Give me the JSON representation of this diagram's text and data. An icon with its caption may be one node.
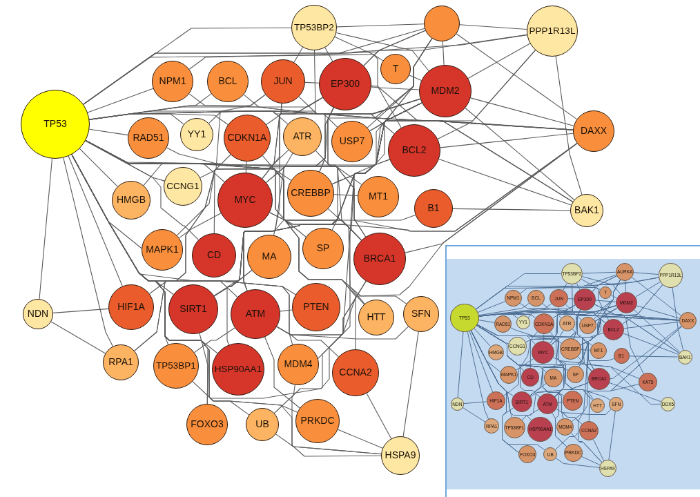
{
  "diagram": {
    "nodes": [
      {
        "text": [],
        "shape": "circle"
      },
      {
        "text": [
          "PPP1R13L"
        ]
      },
      {
        "text": [
          "TP53BP2"
        ]
      },
      {
        "text": [
          "NPM1"
        ]
      },
      {
        "text": [
          "T"
        ]
      },
      {
        "text": [
          "MDM2"
        ]
      },
      {
        "text": [
          "EP300"
        ]
      },
      {
        "text": [
          "BCL"
        ]
      },
      {
        "text": [
          "JUN"
        ]
      },
      {
        "text": [
          "TP53"
        ]
      },
      {
        "text": [
          "DAXX"
        ]
      },
      {
        "text": [
          "RAD51"
        ]
      },
      {
        "text": [
          "YY1"
        ]
      },
      {
        "text": [
          "ATR"
        ]
      },
      {
        "text": [
          "USP7"
        ]
      },
      {
        "text": [
          "CDKN1A"
        ]
      },
      {
        "text": [
          "CCNG1"
        ]
      },
      {
        "text": [
          "MYC"
        ]
      },
      {
        "text": [
          "BCL2"
        ]
      },
      {
        "text": [
          "HMGB"
        ]
      },
      {
        "text": [
          "MAPK1"
        ]
      },
      {
        "text": [
          "BAK1"
        ]
      },
      {
        "text": [
          "CREBBP"
        ]
      },
      {
        "text": [
          "MT1"
        ]
      },
      {
        "text": [
          "B1"
        ]
      },
      {
        "text": [
          "CD"
        ]
      },
      {
        "text": [
          "MA"
        ]
      },
      {
        "text": [
          "SP"
        ]
      },
      {
        "text": [
          "BRCA1"
        ]
      },
      {
        "text": [
          "ATM"
        ]
      },
      {
        "text": [
          "SIRT1"
        ]
      },
      {
        "text": [
          "PTEN"
        ]
      },
      {
        "text": [
          "HIF1A"
        ]
      },
      {
        "text": [
          "NDN"
        ]
      },
      {
        "text": [
          "HTT"
        ]
      },
      {
        "text": [
          "RPA1"
        ]
      },
      {
        "text": [
          "TP53BP1"
        ]
      },
      {
        "text": [
          "HSP90AA1"
        ]
      },
      {
        "text": [
          "SFN"
        ]
      },
      {
        "text": [
          "MDM4"
        ]
      },
      {
        "text": [
          "CCNA2"
        ]
      },
      {
        "text": [
          "PRKDC"
        ]
      },
      {
        "text": [
          "FOXO3"
        ]
      },
      {
        "text": [
          "UB"
        ]
      },
      {
        "text": [
          "HSPA9"
        ]
      },
      {
        "text": [
          "AURKA"
        ]
      },
      {
        "text": [
          "PPP1R13L"
        ]
      },
      {
        "text": [
          "TP53BP2"
        ]
      },
      {
        "text": [
          "NPM1"
        ]
      },
      {
        "text": [
          "T"
        ]
      },
      {
        "text": [
          "MDM2"
        ]
      },
      {
        "text": [
          "EP300"
        ]
      },
      {
        "text": [
          "BCL"
        ]
      },
      {
        "text": [
          "JUN"
        ]
      },
      {
        "text": [
          "TP53"
        ]
      },
      {
        "text": [
          "DAXX"
        ]
      },
      {
        "text": [
          "RAD51"
        ]
      },
      {
        "text": [
          "YY1"
        ]
      },
      {
        "text": [
          "ATR"
        ]
      },
      {
        "text": [
          "USP7"
        ]
      },
      {
        "text": [
          "CDKN1A"
        ]
      },
      {
        "text": [
          "CCNG1"
        ]
      },
      {
        "text": [
          "MYC"
        ]
      },
      {
        "text": [
          "BCL2"
        ]
      },
      {
        "text": [
          "HMGB"
        ]
      },
      {
        "text": [
          "MAPK1"
        ]
      },
      {
        "text": [
          "BAK1"
        ]
      },
      {
        "text": [
          "CREBBP"
        ]
      },
      {
        "text": [
          "MT1"
        ]
      },
      {
        "text": [
          "B1"
        ]
      },
      {
        "text": [
          "CD"
        ]
      },
      {
        "text": [
          "KAT5"
        ]
      },
      {
        "text": [
          "MA"
        ]
      },
      {
        "text": [
          "SP"
        ]
      },
      {
        "text": [
          "BRCA1"
        ]
      },
      {
        "text": [
          "ATM"
        ]
      },
      {
        "text": [
          "SIRT1"
        ]
      },
      {
        "text": [
          "PTEN"
        ]
      },
      {
        "text": [
          "HIF1A"
        ]
      },
      {
        "text": [
          "NDN"
        ]
      },
      {
        "text": [
          "DDX5"
        ]
      },
      {
        "text": [
          "HTT"
        ]
      },
      {
        "text": [
          "RPA1"
        ]
      },
      {
        "text": [
          "TP53BP1"
        ]
      },
      {
        "text": [
          "HSP90AA1"
        ]
      },
      {
        "text": [
          "SFN"
        ]
      },
      {
        "text": [
          "MDM4"
        ]
      },
      {
        "text": [
          "CCNA2"
        ]
      },
      {
        "text": [
          "PRKDC"
        ]
      },
      {
        "text": [
          "FOXO3"
        ]
      },
      {
        "text": [
          "UB"
        ]
      },
      {
        "text": [
          "HSPA9"
        ]
      }
    ],
    "edges": [
      {
        "from": 9,
        "to": 0,
        "arrow": "none"
      },
      {
        "from": 9,
        "to": 1,
        "arrow": "none"
      },
      {
        "from": 9,
        "to": 2,
        "arrow": "none"
      },
      {
        "from": 9,
        "to": 3,
        "arrow": "none"
      },
      {
        "from": 9,
        "to": 4,
        "arrow": "none"
      },
      {
        "from": 9,
        "to": 5,
        "arrow": "none"
      },
      {
        "from": 9,
        "to": 6,
        "arrow": "none"
      },
      {
        "from": 9,
        "to": 7,
        "arrow": "none"
      },
      {
        "from": 9,
        "to": 8,
        "arrow": "none"
      },
      {
        "from": 9,
        "to": 10,
        "arrow": "none"
      },
      {
        "from": 9,
        "to": 11,
        "arrow": "none"
      },
      {
        "from": 9,
        "to": 12,
        "arrow": "none"
      },
      {
        "from": 9,
        "to": 13,
        "arrow": "none"
      },
      {
        "from": 9,
        "to": 14,
        "arrow": "none"
      },
      {
        "from": 9,
        "to": 15,
        "arrow": "none"
      },
      {
        "from": 9,
        "to": 16,
        "arrow": "none"
      },
      {
        "from": 9,
        "to": 17,
        "arrow": "none"
      },
      {
        "from": 9,
        "to": 18,
        "arrow": "none"
      },
      {
        "from": 9,
        "to": 19,
        "arrow": "none"
      },
      {
        "from": 9,
        "to": 20,
        "arrow": "none"
      },
      {
        "from": 9,
        "to": 21,
        "arrow": "none"
      },
      {
        "from": 9,
        "to": 22,
        "arrow": "none"
      },
      {
        "from": 9,
        "to": 23,
        "arrow": "none"
      },
      {
        "from": 9,
        "to": 24,
        "arrow": "none"
      },
      {
        "from": 9,
        "to": 25,
        "arrow": "none"
      },
      {
        "from": 9,
        "to": 26,
        "arrow": "none"
      },
      {
        "from": 9,
        "to": 27,
        "arrow": "none"
      },
      {
        "from": 9,
        "to": 28,
        "arrow": "none"
      },
      {
        "from": 9,
        "to": 29,
        "arrow": "none"
      },
      {
        "from": 9,
        "to": 30,
        "arrow": "none"
      },
      {
        "from": 9,
        "to": 31,
        "arrow": "none"
      },
      {
        "from": 9,
        "to": 32,
        "arrow": "none"
      },
      {
        "from": 9,
        "to": 33,
        "arrow": "none"
      },
      {
        "from": 9,
        "to": 34,
        "arrow": "none"
      },
      {
        "from": 9,
        "to": 35,
        "arrow": "none"
      },
      {
        "from": 9,
        "to": 36,
        "arrow": "none"
      },
      {
        "from": 9,
        "to": 37,
        "arrow": "none"
      },
      {
        "from": 9,
        "to": 38,
        "arrow": "none"
      },
      {
        "from": 9,
        "to": 39,
        "arrow": "none"
      },
      {
        "from": 9,
        "to": 40,
        "arrow": "none"
      },
      {
        "from": 9,
        "to": 41,
        "arrow": "none"
      },
      {
        "from": 9,
        "to": 42,
        "arrow": "none"
      },
      {
        "from": 9,
        "to": 43,
        "arrow": "none"
      },
      {
        "from": 9,
        "to": 44,
        "arrow": "none"
      },
      {
        "from": 0,
        "to": 1,
        "arrow": "none"
      },
      {
        "from": 0,
        "to": 2,
        "arrow": "none"
      },
      {
        "from": 0,
        "to": 3,
        "arrow": "none"
      },
      {
        "from": 0,
        "to": 5,
        "arrow": "none"
      },
      {
        "from": 0,
        "to": 6,
        "arrow": "none"
      },
      {
        "from": 0,
        "to": 10,
        "arrow": "none"
      },
      {
        "from": 0,
        "to": 14,
        "arrow": "none"
      },
      {
        "from": 0,
        "to": 17,
        "arrow": "none"
      },
      {
        "from": 0,
        "to": 28,
        "arrow": "none"
      },
      {
        "from": 0,
        "to": 29,
        "arrow": "none"
      },
      {
        "from": 1,
        "to": 5,
        "arrow": "none"
      },
      {
        "from": 1,
        "to": 6,
        "arrow": "none"
      },
      {
        "from": 1,
        "to": 18,
        "arrow": "none"
      },
      {
        "from": 1,
        "to": 21,
        "arrow": "none"
      },
      {
        "from": 1,
        "to": 22,
        "arrow": "none"
      },
      {
        "from": 2,
        "to": 5,
        "arrow": "none"
      },
      {
        "from": 2,
        "to": 6,
        "arrow": "none"
      },
      {
        "from": 2,
        "to": 8,
        "arrow": "none"
      },
      {
        "from": 2,
        "to": 18,
        "arrow": "none"
      },
      {
        "from": 2,
        "to": 22,
        "arrow": "none"
      },
      {
        "from": 10,
        "to": 5,
        "arrow": "none"
      },
      {
        "from": 10,
        "to": 6,
        "arrow": "none"
      },
      {
        "from": 10,
        "to": 8,
        "arrow": "none"
      },
      {
        "from": 10,
        "to": 14,
        "arrow": "none"
      },
      {
        "from": 10,
        "to": 17,
        "arrow": "none"
      },
      {
        "from": 10,
        "to": 18,
        "arrow": "none"
      },
      {
        "from": 10,
        "to": 22,
        "arrow": "none"
      },
      {
        "from": 10,
        "to": 28,
        "arrow": "none"
      },
      {
        "from": 10,
        "to": 29,
        "arrow": "none"
      },
      {
        "from": 10,
        "to": 30,
        "arrow": "none"
      },
      {
        "from": 21,
        "to": 5,
        "arrow": "none"
      },
      {
        "from": 21,
        "to": 14,
        "arrow": "none"
      },
      {
        "from": 21,
        "to": 18,
        "arrow": "none"
      },
      {
        "from": 21,
        "to": 24,
        "arrow": "none"
      },
      {
        "from": 33,
        "to": 32,
        "arrow": "none"
      },
      {
        "from": 33,
        "to": 35,
        "arrow": "none"
      },
      {
        "from": 44,
        "to": 38,
        "arrow": "none"
      },
      {
        "from": 44,
        "to": 39,
        "arrow": "none"
      },
      {
        "from": 44,
        "to": 40,
        "arrow": "none"
      },
      {
        "from": 44,
        "to": 41,
        "arrow": "none"
      },
      {
        "from": 44,
        "to": 43,
        "arrow": "none"
      },
      {
        "from": 5,
        "to": 3,
        "arrow": "none"
      },
      {
        "from": 5,
        "to": 4,
        "arrow": "none"
      },
      {
        "from": 5,
        "to": 6,
        "arrow": "none"
      },
      {
        "from": 5,
        "to": 12,
        "arrow": "none"
      },
      {
        "from": 5,
        "to": 14,
        "arrow": "none"
      },
      {
        "from": 5,
        "to": 15,
        "arrow": "none"
      },
      {
        "from": 5,
        "to": 16,
        "arrow": "none"
      },
      {
        "from": 5,
        "to": 29,
        "arrow": "none"
      },
      {
        "from": 5,
        "to": 30,
        "arrow": "none"
      },
      {
        "from": 5,
        "to": 35,
        "arrow": "none"
      },
      {
        "from": 5,
        "to": 37,
        "arrow": "none"
      },
      {
        "from": 5,
        "to": 39,
        "arrow": "none"
      },
      {
        "from": 6,
        "to": 8,
        "arrow": "none"
      },
      {
        "from": 6,
        "to": 17,
        "arrow": "none"
      },
      {
        "from": 6,
        "to": 22,
        "arrow": "none"
      },
      {
        "from": 6,
        "to": 27,
        "arrow": "none"
      },
      {
        "from": 6,
        "to": 28,
        "arrow": "none"
      },
      {
        "from": 6,
        "to": 30,
        "arrow": "none"
      },
      {
        "from": 6,
        "to": 32,
        "arrow": "none"
      },
      {
        "from": 17,
        "to": 8,
        "arrow": "none"
      },
      {
        "from": 17,
        "to": 15,
        "arrow": "none"
      },
      {
        "from": 17,
        "to": 20,
        "arrow": "none"
      },
      {
        "from": 17,
        "to": 28,
        "arrow": "none"
      },
      {
        "from": 28,
        "to": 11,
        "arrow": "none"
      },
      {
        "from": 28,
        "to": 13,
        "arrow": "none"
      },
      {
        "from": 28,
        "to": 19,
        "arrow": "none"
      },
      {
        "from": 28,
        "to": 29,
        "arrow": "none"
      },
      {
        "from": 28,
        "to": 36,
        "arrow": "none"
      },
      {
        "from": 29,
        "to": 13,
        "arrow": "none"
      },
      {
        "from": 29,
        "to": 31,
        "arrow": "none"
      },
      {
        "from": 29,
        "to": 36,
        "arrow": "none"
      },
      {
        "from": 29,
        "to": 41,
        "arrow": "none"
      },
      {
        "from": 18,
        "to": 7,
        "arrow": "none"
      },
      {
        "from": 18,
        "to": 17,
        "arrow": "none"
      },
      {
        "from": 30,
        "to": 26,
        "arrow": "none"
      },
      {
        "from": 30,
        "to": 42,
        "arrow": "none"
      },
      {
        "from": 15,
        "to": 25,
        "arrow": "none"
      },
      {
        "from": 15,
        "to": 40,
        "arrow": "none"
      },
      {
        "from": 22,
        "to": 23,
        "arrow": "none"
      },
      {
        "from": 22,
        "to": 34,
        "arrow": "none"
      },
      {
        "from": 13,
        "to": 35,
        "arrow": "none"
      },
      {
        "from": 20,
        "to": 8,
        "arrow": "none"
      },
      {
        "from": 26,
        "to": 8,
        "arrow": "none"
      },
      {
        "from": 38,
        "to": 29,
        "arrow": "none"
      },
      {
        "from": 43,
        "to": 5,
        "arrow": "none"
      },
      {
        "from": 54,
        "to": 45,
        "arrow": "none",
        "color": "#4f7094"
      },
      {
        "from": 54,
        "to": 46,
        "arrow": "none",
        "color": "#4f7094"
      },
      {
        "from": 54,
        "to": 47,
        "arrow": "none",
        "color": "#4f7094"
      },
      {
        "from": 54,
        "to": 48,
        "arrow": "none",
        "color": "#4f7094"
      },
      {
        "from": 54,
        "to": 49,
        "arrow": "none",
        "color": "#4f7094"
      },
      {
        "from": 54,
        "to": 50,
        "arrow": "none",
        "color": "#4f7094"
      },
      {
        "from": 54,
        "to": 51,
        "arrow": "none",
        "color": "#4f7094"
      },
      {
        "from": 54,
        "to": 52,
        "arrow": "none",
        "color": "#4f7094"
      },
      {
        "from": 54,
        "to": 53,
        "arrow": "none",
        "color": "#4f7094"
      },
      {
        "from": 54,
        "to": 55,
        "arrow": "none",
        "color": "#4f7094"
      },
      {
        "from": 54,
        "to": 56,
        "arrow": "none",
        "color": "#4f7094"
      },
      {
        "from": 54,
        "to": 57,
        "arrow": "none",
        "color": "#4f7094"
      },
      {
        "from": 54,
        "to": 58,
        "arrow": "none",
        "color": "#4f7094"
      },
      {
        "from": 54,
        "to": 59,
        "arrow": "none",
        "color": "#4f7094"
      },
      {
        "from": 54,
        "to": 60,
        "arrow": "none",
        "color": "#4f7094"
      },
      {
        "from": 54,
        "to": 61,
        "arrow": "none",
        "color": "#4f7094"
      },
      {
        "from": 54,
        "to": 62,
        "arrow": "none",
        "color": "#4f7094"
      },
      {
        "from": 54,
        "to": 63,
        "arrow": "none",
        "color": "#4f7094"
      },
      {
        "from": 54,
        "to": 64,
        "arrow": "none",
        "color": "#4f7094"
      },
      {
        "from": 54,
        "to": 65,
        "arrow": "none",
        "color": "#4f7094"
      },
      {
        "from": 54,
        "to": 66,
        "arrow": "none",
        "color": "#4f7094"
      },
      {
        "from": 54,
        "to": 67,
        "arrow": "none",
        "color": "#4f7094"
      },
      {
        "from": 54,
        "to": 68,
        "arrow": "none",
        "color": "#4f7094"
      },
      {
        "from": 54,
        "to": 69,
        "arrow": "none",
        "color": "#4f7094"
      },
      {
        "from": 54,
        "to": 70,
        "arrow": "none",
        "color": "#4f7094"
      },
      {
        "from": 54,
        "to": 71,
        "arrow": "none",
        "color": "#4f7094"
      },
      {
        "from": 54,
        "to": 72,
        "arrow": "none",
        "color": "#4f7094"
      },
      {
        "from": 54,
        "to": 73,
        "arrow": "none",
        "color": "#4f7094"
      },
      {
        "from": 54,
        "to": 74,
        "arrow": "none",
        "color": "#4f7094"
      },
      {
        "from": 54,
        "to": 75,
        "arrow": "none",
        "color": "#4f7094"
      },
      {
        "from": 54,
        "to": 76,
        "arrow": "none",
        "color": "#4f7094"
      },
      {
        "from": 54,
        "to": 77,
        "arrow": "none",
        "color": "#4f7094"
      },
      {
        "from": 54,
        "to": 78,
        "arrow": "none",
        "color": "#4f7094"
      },
      {
        "from": 54,
        "to": 79,
        "arrow": "none",
        "color": "#4f7094"
      },
      {
        "from": 54,
        "to": 80,
        "arrow": "none",
        "color": "#4f7094"
      },
      {
        "from": 54,
        "to": 81,
        "arrow": "none",
        "color": "#4f7094"
      },
      {
        "from": 54,
        "to": 82,
        "arrow": "none",
        "color": "#4f7094"
      },
      {
        "from": 54,
        "to": 83,
        "arrow": "none",
        "color": "#4f7094"
      },
      {
        "from": 54,
        "to": 84,
        "arrow": "none",
        "color": "#4f7094"
      },
      {
        "from": 54,
        "to": 85,
        "arrow": "none",
        "color": "#4f7094"
      },
      {
        "from": 54,
        "to": 86,
        "arrow": "none",
        "color": "#4f7094"
      },
      {
        "from": 54,
        "to": 87,
        "arrow": "none",
        "color": "#4f7094"
      },
      {
        "from": 54,
        "to": 88,
        "arrow": "none",
        "color": "#4f7094"
      },
      {
        "from": 54,
        "to": 89,
        "arrow": "none",
        "color": "#4f7094"
      },
      {
        "from": 54,
        "to": 90,
        "arrow": "none",
        "color": "#4f7094"
      },
      {
        "from": 54,
        "to": 91,
        "arrow": "none",
        "color": "#4f7094"
      },
      {
        "from": 45,
        "to": 46,
        "arrow": "none",
        "color": "#4f7094"
      },
      {
        "from": 45,
        "to": 47,
        "arrow": "none",
        "color": "#4f7094"
      },
      {
        "from": 45,
        "to": 48,
        "arrow": "none",
        "color": "#4f7094"
      },
      {
        "from": 45,
        "to": 50,
        "arrow": "none",
        "color": "#4f7094"
      },
      {
        "from": 45,
        "to": 51,
        "arrow": "none",
        "color": "#4f7094"
      },
      {
        "from": 45,
        "to": 55,
        "arrow": "none",
        "color": "#4f7094"
      },
      {
        "from": 45,
        "to": 59,
        "arrow": "none",
        "color": "#4f7094"
      },
      {
        "from": 45,
        "to": 62,
        "arrow": "none",
        "color": "#4f7094"
      },
      {
        "from": 45,
        "to": 74,
        "arrow": "none",
        "color": "#4f7094"
      },
      {
        "from": 45,
        "to": 75,
        "arrow": "none",
        "color": "#4f7094"
      },
      {
        "from": 46,
        "to": 50,
        "arrow": "none",
        "color": "#4f7094"
      },
      {
        "from": 46,
        "to": 51,
        "arrow": "none",
        "color": "#4f7094"
      },
      {
        "from": 46,
        "to": 63,
        "arrow": "none",
        "color": "#4f7094"
      },
      {
        "from": 46,
        "to": 66,
        "arrow": "none",
        "color": "#4f7094"
      },
      {
        "from": 46,
        "to": 67,
        "arrow": "none",
        "color": "#4f7094"
      },
      {
        "from": 47,
        "to": 50,
        "arrow": "none",
        "color": "#4f7094"
      },
      {
        "from": 47,
        "to": 51,
        "arrow": "none",
        "color": "#4f7094"
      },
      {
        "from": 47,
        "to": 53,
        "arrow": "none",
        "color": "#4f7094"
      },
      {
        "from": 47,
        "to": 63,
        "arrow": "none",
        "color": "#4f7094"
      },
      {
        "from": 47,
        "to": 67,
        "arrow": "none",
        "color": "#4f7094"
      },
      {
        "from": 55,
        "to": 50,
        "arrow": "none",
        "color": "#4f7094"
      },
      {
        "from": 55,
        "to": 51,
        "arrow": "none",
        "color": "#4f7094"
      },
      {
        "from": 55,
        "to": 53,
        "arrow": "none",
        "color": "#4f7094"
      },
      {
        "from": 55,
        "to": 59,
        "arrow": "none",
        "color": "#4f7094"
      },
      {
        "from": 55,
        "to": 62,
        "arrow": "none",
        "color": "#4f7094"
      },
      {
        "from": 55,
        "to": 63,
        "arrow": "none",
        "color": "#4f7094"
      },
      {
        "from": 55,
        "to": 67,
        "arrow": "none",
        "color": "#4f7094"
      },
      {
        "from": 55,
        "to": 74,
        "arrow": "none",
        "color": "#4f7094"
      },
      {
        "from": 55,
        "to": 75,
        "arrow": "none",
        "color": "#4f7094"
      },
      {
        "from": 55,
        "to": 76,
        "arrow": "none",
        "color": "#4f7094"
      },
      {
        "from": 66,
        "to": 50,
        "arrow": "none",
        "color": "#4f7094"
      },
      {
        "from": 66,
        "to": 59,
        "arrow": "none",
        "color": "#4f7094"
      },
      {
        "from": 66,
        "to": 63,
        "arrow": "none",
        "color": "#4f7094"
      },
      {
        "from": 66,
        "to": 69,
        "arrow": "none",
        "color": "#4f7094"
      },
      {
        "from": 79,
        "to": 78,
        "arrow": "none",
        "color": "#4f7094"
      },
      {
        "from": 79,
        "to": 82,
        "arrow": "none",
        "color": "#4f7094"
      },
      {
        "from": 91,
        "to": 85,
        "arrow": "none",
        "color": "#4f7094"
      },
      {
        "from": 91,
        "to": 86,
        "arrow": "none",
        "color": "#4f7094"
      },
      {
        "from": 91,
        "to": 87,
        "arrow": "none",
        "color": "#4f7094"
      },
      {
        "from": 91,
        "to": 88,
        "arrow": "none",
        "color": "#4f7094"
      },
      {
        "from": 91,
        "to": 90,
        "arrow": "none",
        "color": "#4f7094"
      },
      {
        "from": 50,
        "to": 48,
        "arrow": "none",
        "color": "#4f7094"
      },
      {
        "from": 50,
        "to": 49,
        "arrow": "none",
        "color": "#4f7094"
      },
      {
        "from": 50,
        "to": 51,
        "arrow": "none",
        "color": "#4f7094"
      },
      {
        "from": 50,
        "to": 57,
        "arrow": "none",
        "color": "#4f7094"
      },
      {
        "from": 50,
        "to": 59,
        "arrow": "none",
        "color": "#4f7094"
      },
      {
        "from": 50,
        "to": 60,
        "arrow": "none",
        "color": "#4f7094"
      },
      {
        "from": 50,
        "to": 61,
        "arrow": "none",
        "color": "#4f7094"
      },
      {
        "from": 50,
        "to": 75,
        "arrow": "none",
        "color": "#4f7094"
      },
      {
        "from": 50,
        "to": 76,
        "arrow": "none",
        "color": "#4f7094"
      },
      {
        "from": 50,
        "to": 86,
        "arrow": "none",
        "color": "#4f7094"
      },
      {
        "from": 51,
        "to": 53,
        "arrow": "none",
        "color": "#4f7094"
      },
      {
        "from": 51,
        "to": 62,
        "arrow": "none",
        "color": "#4f7094"
      },
      {
        "from": 51,
        "to": 67,
        "arrow": "none",
        "color": "#4f7094"
      },
      {
        "from": 51,
        "to": 73,
        "arrow": "none",
        "color": "#4f7094"
      },
      {
        "from": 51,
        "to": 74,
        "arrow": "none",
        "color": "#4f7094"
      },
      {
        "from": 51,
        "to": 76,
        "arrow": "none",
        "color": "#4f7094"
      },
      {
        "from": 51,
        "to": 78,
        "arrow": "none",
        "color": "#4f7094"
      },
      {
        "from": 62,
        "to": 53,
        "arrow": "none",
        "color": "#4f7094"
      },
      {
        "from": 62,
        "to": 60,
        "arrow": "none",
        "color": "#4f7094"
      },
      {
        "from": 62,
        "to": 65,
        "arrow": "none",
        "color": "#4f7094"
      },
      {
        "from": 62,
        "to": 74,
        "arrow": "none",
        "color": "#4f7094"
      },
      {
        "from": 74,
        "to": 56,
        "arrow": "none",
        "color": "#4f7094"
      },
      {
        "from": 74,
        "to": 58,
        "arrow": "none",
        "color": "#4f7094"
      },
      {
        "from": 74,
        "to": 75,
        "arrow": "none",
        "color": "#4f7094"
      },
      {
        "from": 74,
        "to": 83,
        "arrow": "none",
        "color": "#4f7094"
      },
      {
        "from": 75,
        "to": 58,
        "arrow": "none",
        "color": "#4f7094"
      },
      {
        "from": 75,
        "to": 77,
        "arrow": "none",
        "color": "#4f7094"
      },
      {
        "from": 75,
        "to": 83,
        "arrow": "none",
        "color": "#4f7094"
      },
      {
        "from": 75,
        "to": 88,
        "arrow": "none",
        "color": "#4f7094"
      },
      {
        "from": 63,
        "to": 52,
        "arrow": "none",
        "color": "#4f7094"
      },
      {
        "from": 63,
        "to": 62,
        "arrow": "none",
        "color": "#4f7094"
      },
      {
        "from": 76,
        "to": 72,
        "arrow": "none",
        "color": "#4f7094"
      },
      {
        "from": 76,
        "to": 89,
        "arrow": "none",
        "color": "#4f7094"
      },
      {
        "from": 60,
        "to": 70,
        "arrow": "none",
        "color": "#4f7094"
      },
      {
        "from": 60,
        "to": 87,
        "arrow": "none",
        "color": "#4f7094"
      },
      {
        "from": 67,
        "to": 68,
        "arrow": "none",
        "color": "#4f7094"
      },
      {
        "from": 67,
        "to": 81,
        "arrow": "none",
        "color": "#4f7094"
      },
      {
        "from": 85,
        "to": 75,
        "arrow": "none",
        "color": "#4f7094"
      },
      {
        "from": 90,
        "to": 50,
        "arrow": "none",
        "color": "#4f7094"
      },
      {
        "from": 71,
        "to": 75,
        "arrow": "none",
        "color": "#4f7094"
      },
      {
        "from": 71,
        "to": 51,
        "arrow": "none",
        "color": "#4f7094"
      },
      {
        "from": 80,
        "to": 74,
        "arrow": "none",
        "color": "#4f7094"
      }
    ]
  }
}
